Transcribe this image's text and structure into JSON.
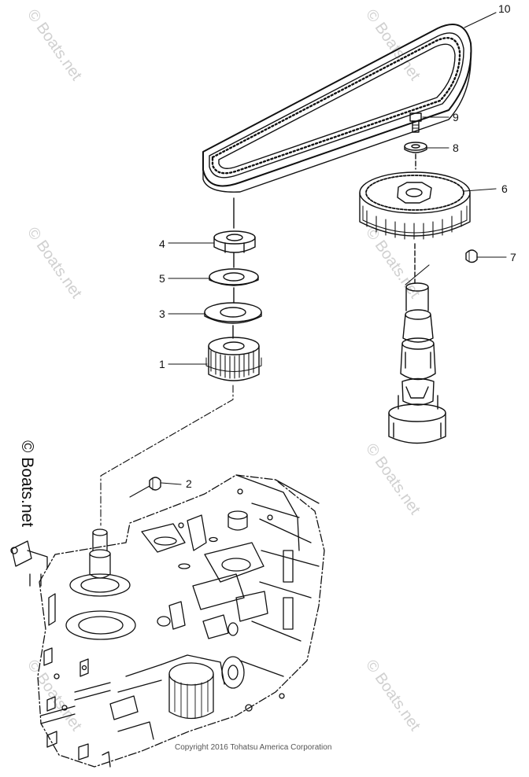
{
  "callouts": [
    {
      "number": "1"
    },
    {
      "number": "2"
    },
    {
      "number": "3"
    },
    {
      "number": "4"
    },
    {
      "number": "5"
    },
    {
      "number": "6"
    },
    {
      "number": "7"
    },
    {
      "number": "8"
    },
    {
      "number": "9"
    },
    {
      "number": "10"
    }
  ],
  "watermark": {
    "text": "© Boats.net"
  },
  "copyright": "Copyright 2016 Tohatsu America Corporation"
}
